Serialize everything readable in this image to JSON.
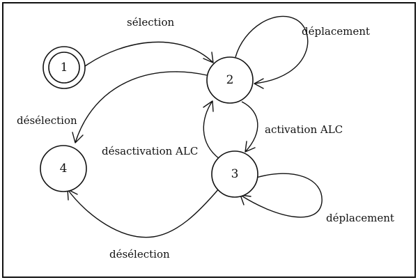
{
  "states": [
    {
      "id": "1",
      "label": "1",
      "initial": true
    },
    {
      "id": "2",
      "label": "2"
    },
    {
      "id": "3",
      "label": "3"
    },
    {
      "id": "4",
      "label": "4"
    }
  ],
  "transitions": [
    {
      "from": "1",
      "to": "2",
      "label": "sélection"
    },
    {
      "from": "2",
      "to": "2",
      "label": "déplacement"
    },
    {
      "from": "2",
      "to": "4",
      "label": "désélection"
    },
    {
      "from": "2",
      "to": "3",
      "label": "activation ALC"
    },
    {
      "from": "3",
      "to": "2",
      "label": "désactivation ALC"
    },
    {
      "from": "3",
      "to": "3",
      "label": "déplacement"
    },
    {
      "from": "3",
      "to": "4",
      "label": "désélection"
    }
  ]
}
